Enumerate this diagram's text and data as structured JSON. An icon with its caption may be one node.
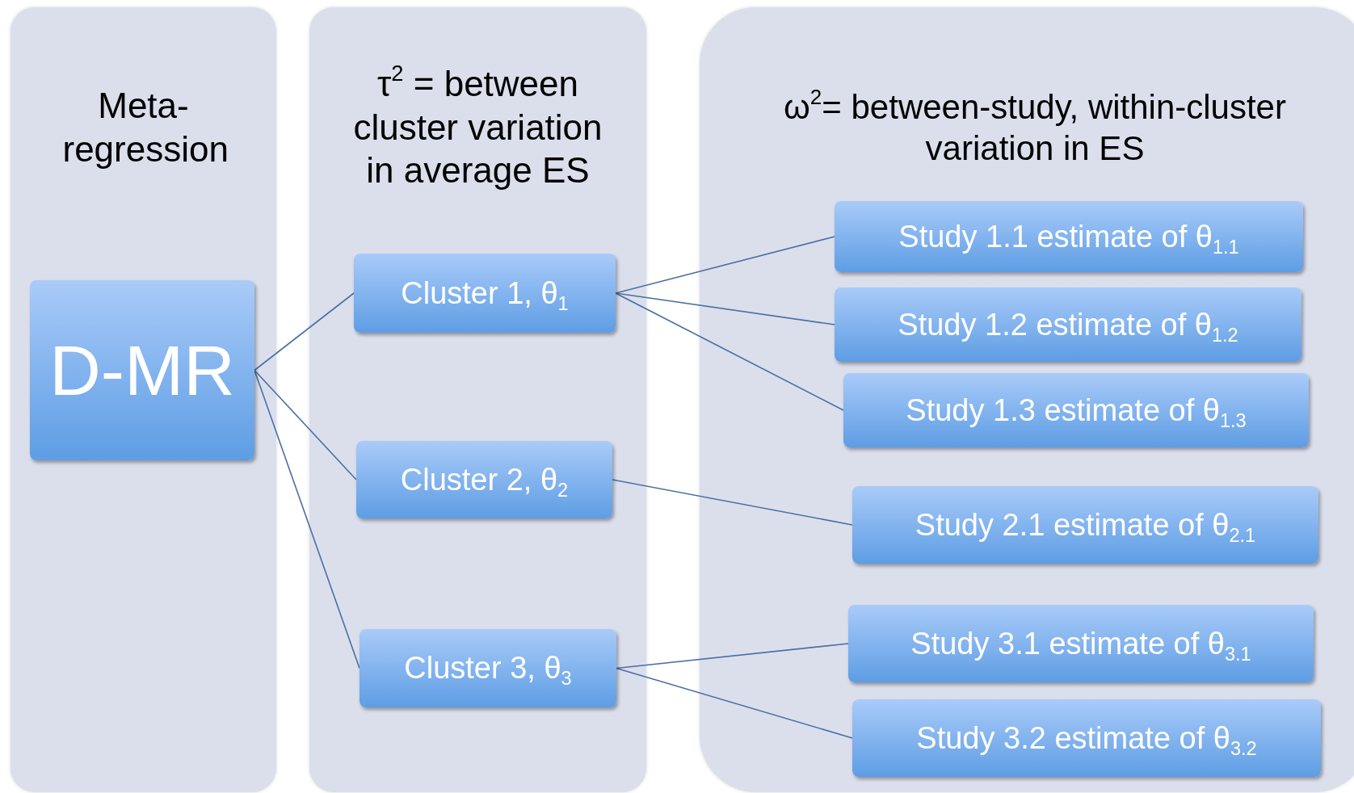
{
  "diagram": {
    "nodes": [
      {
        "text": [
          "Meta-regression"
        ]
      },
      {
        "text": [
          "τ$^{2}$ = between cluster variation in average ES"
        ]
      },
      {
        "text": [
          "ω$^{2}$= between-study, within-cluster variation in ES"
        ]
      },
      {
        "text": [
          "D-MR"
        ],
        "in": 0
      },
      {
        "text": [
          "Cluster 1, θ$_{1}$"
        ],
        "in": 1
      },
      {
        "text": [
          "Cluster 2, θ$_{2}$"
        ],
        "in": 1
      },
      {
        "text": [
          "Cluster 3, θ$_{3}$"
        ],
        "in": 1
      },
      {
        "text": [
          "Study 1.1 estimate of θ$_{1.1}$"
        ],
        "in": 2
      },
      {
        "text": [
          "Study 1.2 estimate of θ$_{1.2}$"
        ],
        "in": 2
      },
      {
        "text": [
          "Study 1.3 estimate of θ$_{1.3}$"
        ],
        "in": 2
      },
      {
        "text": [
          "Study 2.1 estimate of θ$_{2.1}$"
        ],
        "in": 2
      },
      {
        "text": [
          "Study 3.1 estimate of θ$_{3.1}$"
        ],
        "in": 2
      },
      {
        "text": [
          "Study 3.2 estimate of θ$_{3.2}$"
        ],
        "in": 2
      }
    ],
    "edges": [
      {
        "from": 3,
        "to": 4,
        "arrow": "none"
      },
      {
        "from": 3,
        "to": 5,
        "arrow": "none"
      },
      {
        "from": 3,
        "to": 6,
        "arrow": "none"
      },
      {
        "from": 4,
        "to": 7,
        "arrow": "none"
      },
      {
        "from": 4,
        "to": 8,
        "arrow": "none"
      },
      {
        "from": 4,
        "to": 9,
        "arrow": "none"
      },
      {
        "from": 5,
        "to": 10,
        "arrow": "none"
      },
      {
        "from": 6,
        "to": 11,
        "arrow": "none"
      },
      {
        "from": 6,
        "to": 12,
        "arrow": "none"
      }
    ]
  }
}
